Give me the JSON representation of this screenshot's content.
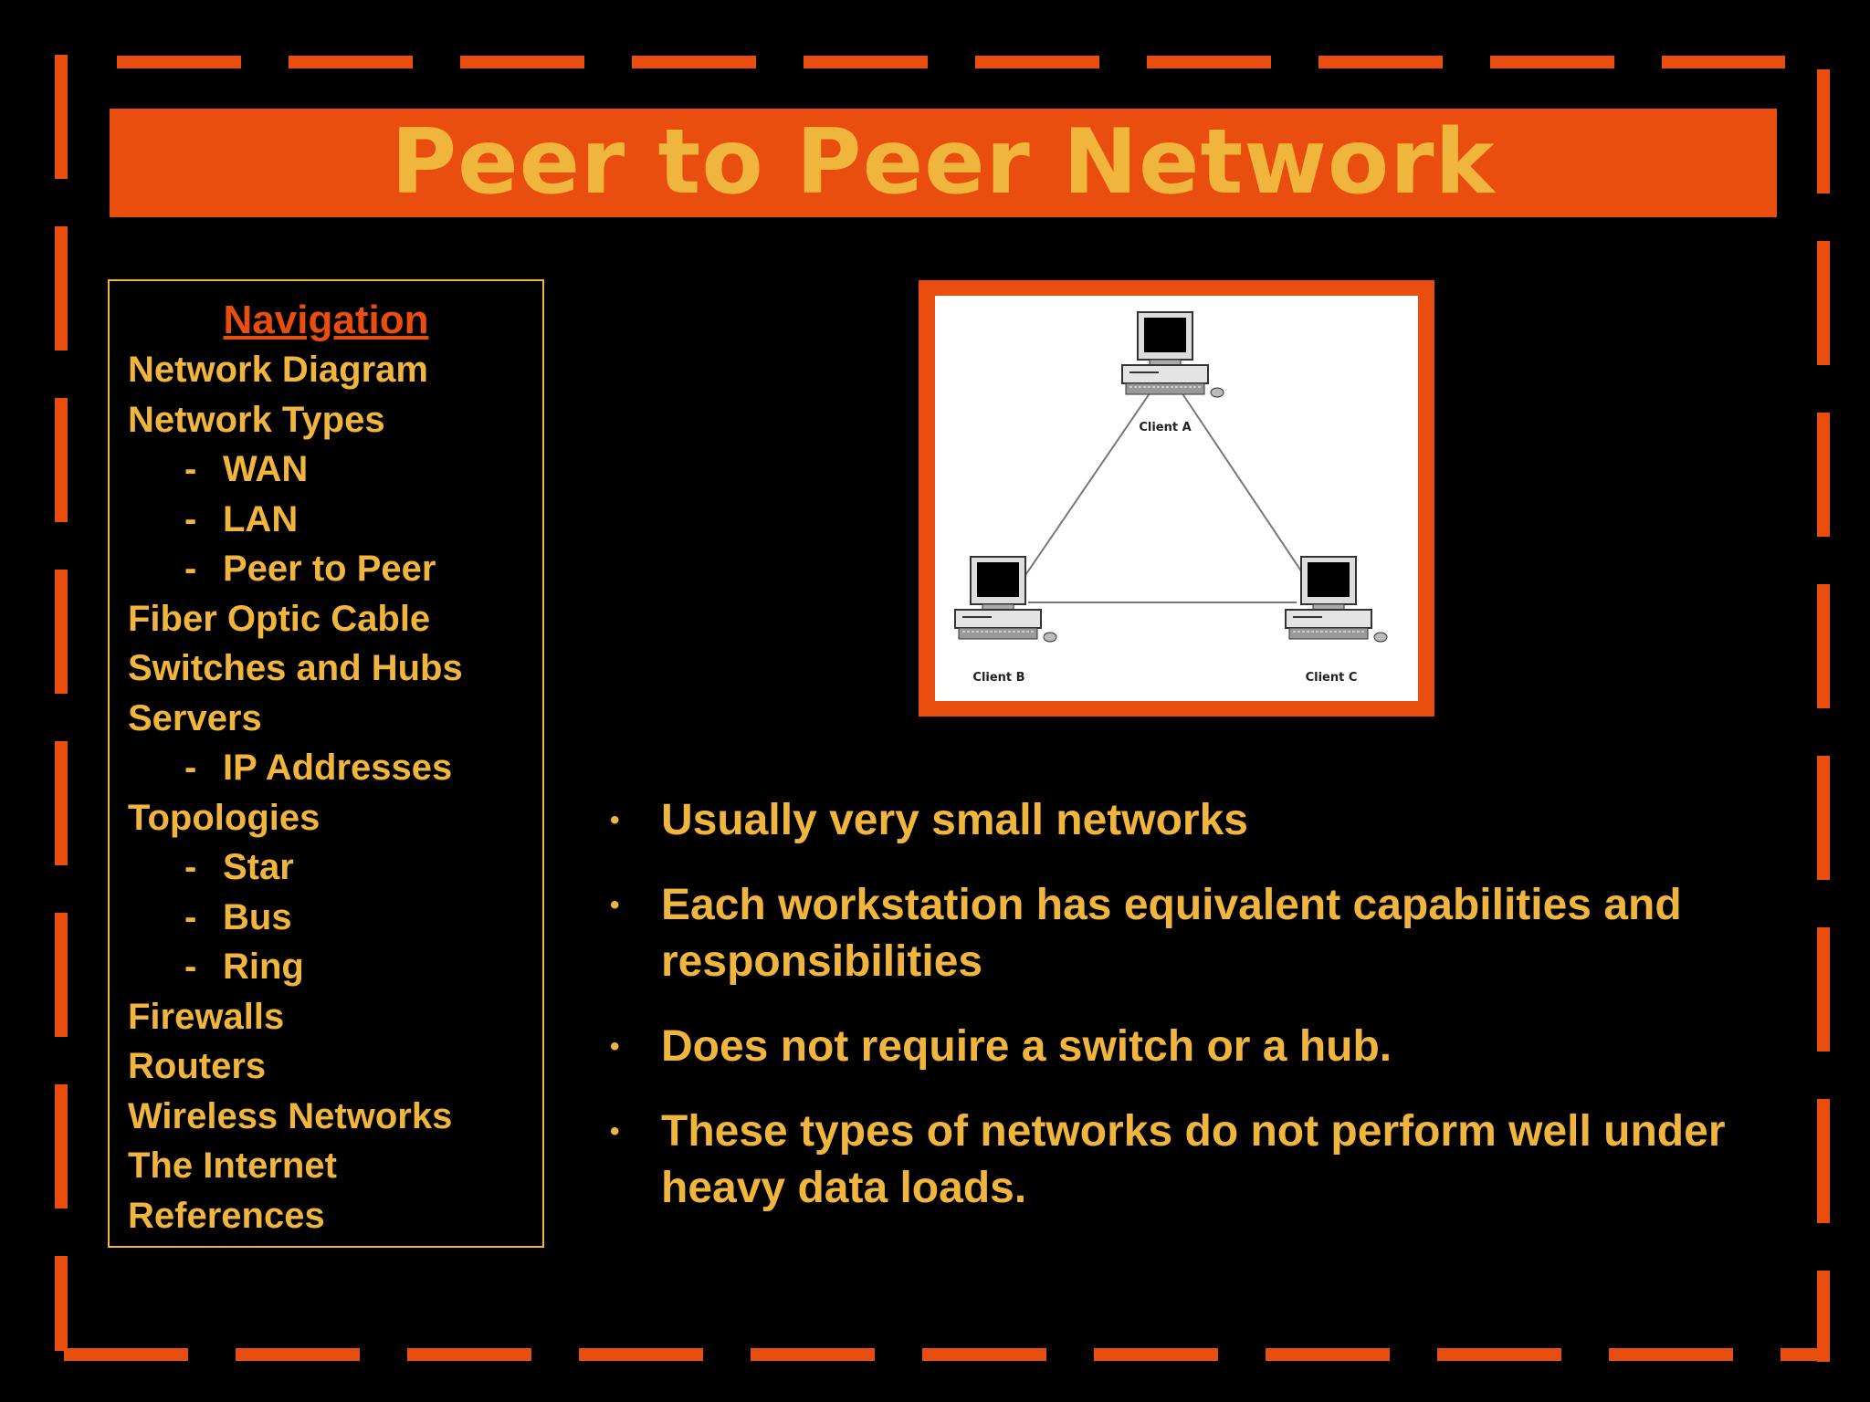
{
  "title": "Peer to Peer Network",
  "colors": {
    "accent": "#e94e0e",
    "text": "#f0b53c",
    "background": "#000000"
  },
  "navigation": {
    "heading": "Navigation",
    "items": [
      {
        "label": "Network Diagram",
        "sub": false
      },
      {
        "label": "Network Types",
        "sub": false
      },
      {
        "label": "WAN",
        "sub": true
      },
      {
        "label": "LAN",
        "sub": true
      },
      {
        "label": "Peer to Peer",
        "sub": true
      },
      {
        "label": "Fiber Optic Cable",
        "sub": false
      },
      {
        "label": "Switches and Hubs",
        "sub": false
      },
      {
        "label": "Servers",
        "sub": false
      },
      {
        "label": "IP Addresses",
        "sub": true
      },
      {
        "label": "Topologies",
        "sub": false
      },
      {
        "label": "Star",
        "sub": true
      },
      {
        "label": "Bus",
        "sub": true
      },
      {
        "label": "Ring",
        "sub": true
      },
      {
        "label": "Firewalls",
        "sub": false
      },
      {
        "label": "Routers",
        "sub": false
      },
      {
        "label": "Wireless Networks",
        "sub": false
      },
      {
        "label": "The Internet",
        "sub": false
      },
      {
        "label": "References",
        "sub": false
      }
    ],
    "sub_marker": "-"
  },
  "diagram": {
    "client_a": "Client A",
    "client_b": "Client B",
    "client_c": "Client C"
  },
  "bullets": [
    "Usually very small networks",
    "Each workstation has equivalent capabilities and responsibilities",
    "Does not require a switch or a hub.",
    "These types of networks do not perform well under heavy data loads."
  ],
  "bullet_marker": "•"
}
